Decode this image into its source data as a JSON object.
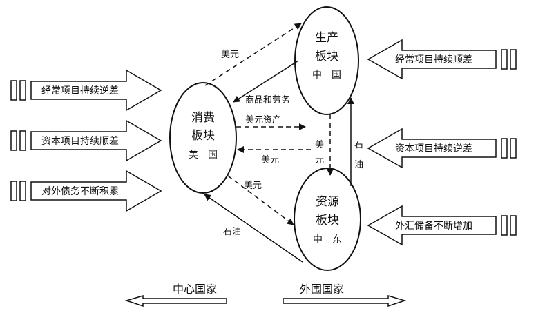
{
  "nodes": {
    "production": {
      "line1": "生产",
      "line2": "板块",
      "line3": "中　国"
    },
    "consumption": {
      "line1": "消费",
      "line2": "板块",
      "line3": "美　国"
    },
    "resource": {
      "line1": "资源",
      "line2": "板块",
      "line3": "中　东"
    }
  },
  "flows": {
    "usd_to_china": "美元",
    "goods_services": "商品和劳务",
    "usd_assets": "美元资产",
    "usd_from_china": "美元",
    "usd_vertical_1": "美",
    "usd_vertical_2": "元",
    "usd_to_mideast": "美元",
    "oil_left": "石油",
    "oil_right_1": "石",
    "oil_right_2": "油"
  },
  "left_labels": [
    "经常项目持续逆差",
    "资本项目持续顺差",
    "对外债务不断积累"
  ],
  "right_labels": [
    "经常项目持续顺差",
    "资本项目持续逆差",
    "外汇储备不断增加"
  ],
  "bottom": {
    "center": "中心国家",
    "periphery": "外围国家"
  }
}
